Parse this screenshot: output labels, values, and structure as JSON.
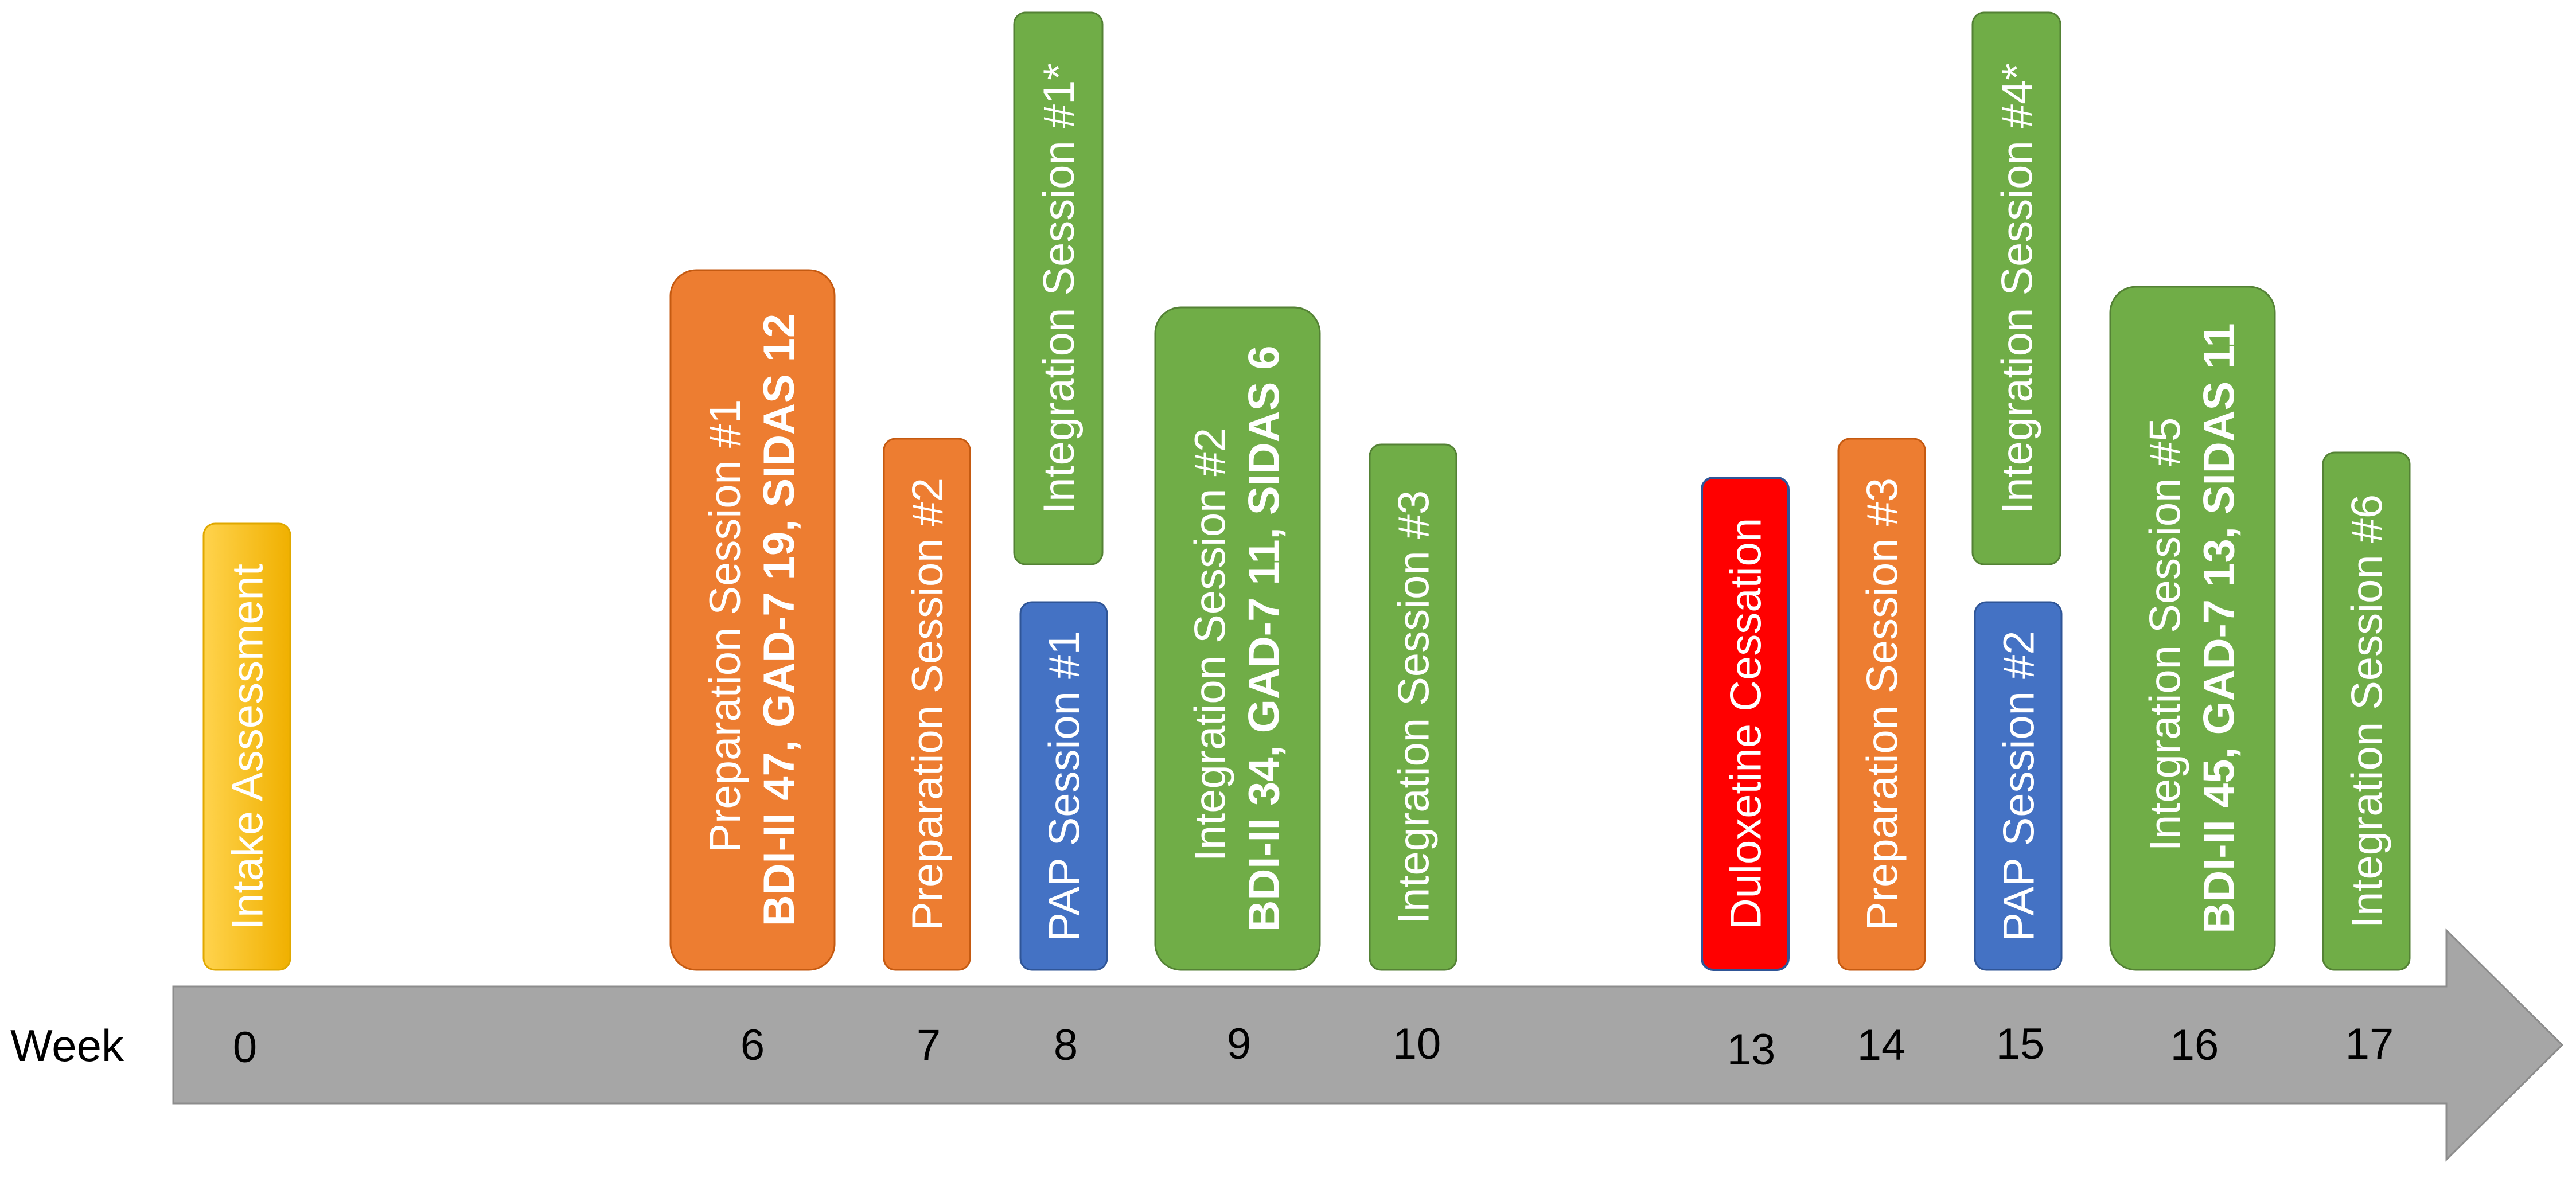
{
  "axis": {
    "label": "Week",
    "color": "#a6a6a6",
    "ticks": [
      "0",
      "6",
      "7",
      "8",
      "9",
      "10",
      "13",
      "14",
      "15",
      "16",
      "17"
    ]
  },
  "colors": {
    "orange": "#ed7d31",
    "green": "#70ad47",
    "blue": "#4472c4",
    "red": "#ff0000",
    "yellow": "#ffc000"
  },
  "events": [
    {
      "week": "0",
      "color": "yellow",
      "lines": [
        "Intake Assessment"
      ]
    },
    {
      "week": "6",
      "color": "orange",
      "lines": [
        "Preparation Session #1",
        "BDI-II 47, GAD-7 19, SIDAS 12"
      ]
    },
    {
      "week": "7",
      "color": "orange",
      "lines": [
        "Preparation Session #2"
      ]
    },
    {
      "week": "8",
      "color": "blue",
      "lines": [
        "PAP Session #1"
      ]
    },
    {
      "week": "8",
      "color": "green",
      "lines": [
        "Integration Session #1*"
      ]
    },
    {
      "week": "9",
      "color": "green",
      "lines": [
        "Integration Session #2",
        "BDI-II 34, GAD-7 11, SIDAS 6"
      ]
    },
    {
      "week": "10",
      "color": "green",
      "lines": [
        "Integration Session #3"
      ]
    },
    {
      "week": "13",
      "color": "red",
      "lines": [
        "Duloxetine Cessation"
      ]
    },
    {
      "week": "14",
      "color": "orange",
      "lines": [
        "Preparation Session #3"
      ]
    },
    {
      "week": "15",
      "color": "blue",
      "lines": [
        "PAP Session #2"
      ]
    },
    {
      "week": "15",
      "color": "green",
      "lines": [
        "Integration Session #4*"
      ]
    },
    {
      "week": "16",
      "color": "green",
      "lines": [
        "Integration Session #5",
        "BDI-II 45, GAD-7 13, SIDAS 11"
      ]
    },
    {
      "week": "17",
      "color": "green",
      "lines": [
        "Integration Session #6"
      ]
    }
  ]
}
